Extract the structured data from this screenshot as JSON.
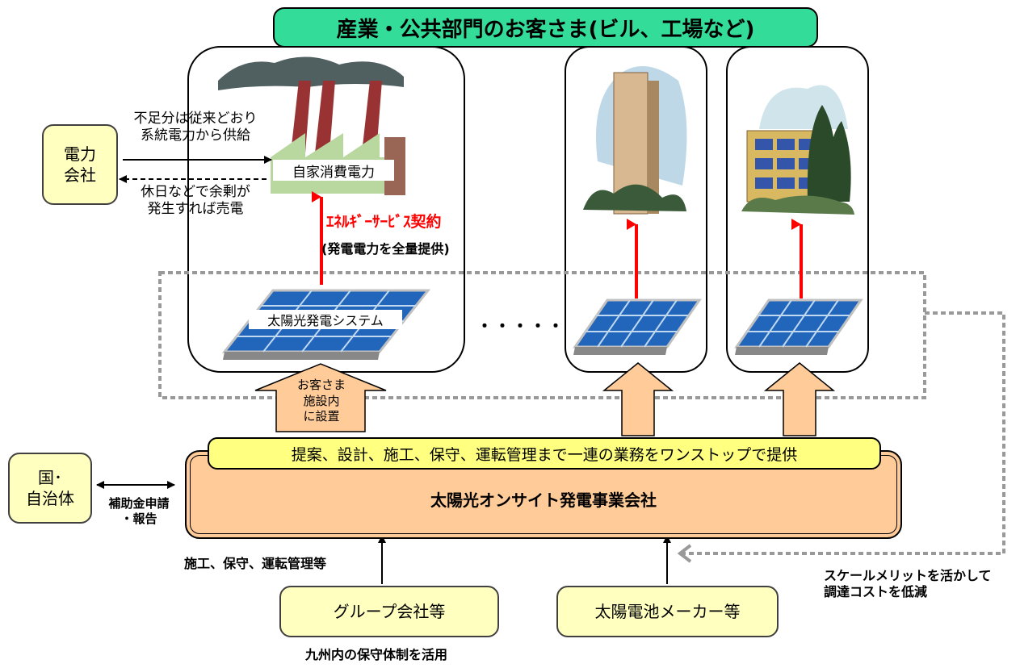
{
  "header": {
    "title": "産業・公共部門のお客さま(ビル、工場など)"
  },
  "power_company": {
    "label_line1": "電力",
    "label_line2": "会社"
  },
  "grid_supply_note": {
    "line1": "不足分は従来どおり",
    "line2": "系統電力から供給"
  },
  "surplus_note": {
    "line1": "休日などで余剰が",
    "line2": "発生すれば売電"
  },
  "self_consumption_label": "自家消費電力",
  "contract": {
    "title": "ｴﾈﾙｷﾞｰｻｰﾋﾞｽ契約",
    "subtitle": "(発電電力を全量提供)"
  },
  "solar_system_label": "太陽光発電システム",
  "ellipsis": "・・・・・",
  "install_arrow_text": {
    "line1": "お客さま",
    "line2": "施設内",
    "line3": "に設置"
  },
  "one_stop_banner": "提案、設計、施工、保守、運転管理まで一連の業務をワンストップで提供",
  "company_name": "太陽光オンサイト発電事業会社",
  "government": {
    "label_line1": "国･",
    "label_line2": "自治体"
  },
  "subsidy_note": {
    "line1": "補助金申請",
    "line2": "・報告"
  },
  "group_note": "施工、保守、運転管理等",
  "group_company": "グループ会社等",
  "maker": "太陽電池メーカー等",
  "kyushu_note": "九州内の保守体制を活用",
  "scale_note": {
    "line1": "スケールメリットを活かして",
    "line2": "調達コストを低減"
  },
  "colors": {
    "header_green": "#33dd99",
    "banner_yellow": "#ffff80",
    "company_peach": "#ffcc99",
    "arrow_red": "#ff0000",
    "panel_blue": "#2266bb"
  }
}
